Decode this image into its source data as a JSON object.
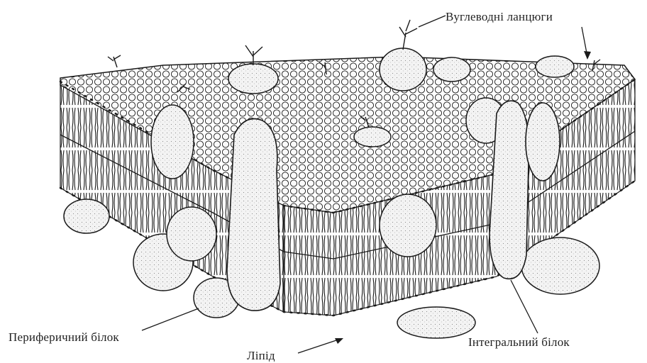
{
  "diagram": {
    "labels": {
      "carbohydrate_chains": "Вуглеводні ланцюги",
      "peripheral_protein": "Периферичний білок",
      "lipid": "Ліпід",
      "integral_protein": "Інтегральний білок"
    },
    "colors": {
      "ink": "#1a1a1a",
      "protein_fill": "#f2f2f2",
      "background": "#ffffff"
    }
  }
}
